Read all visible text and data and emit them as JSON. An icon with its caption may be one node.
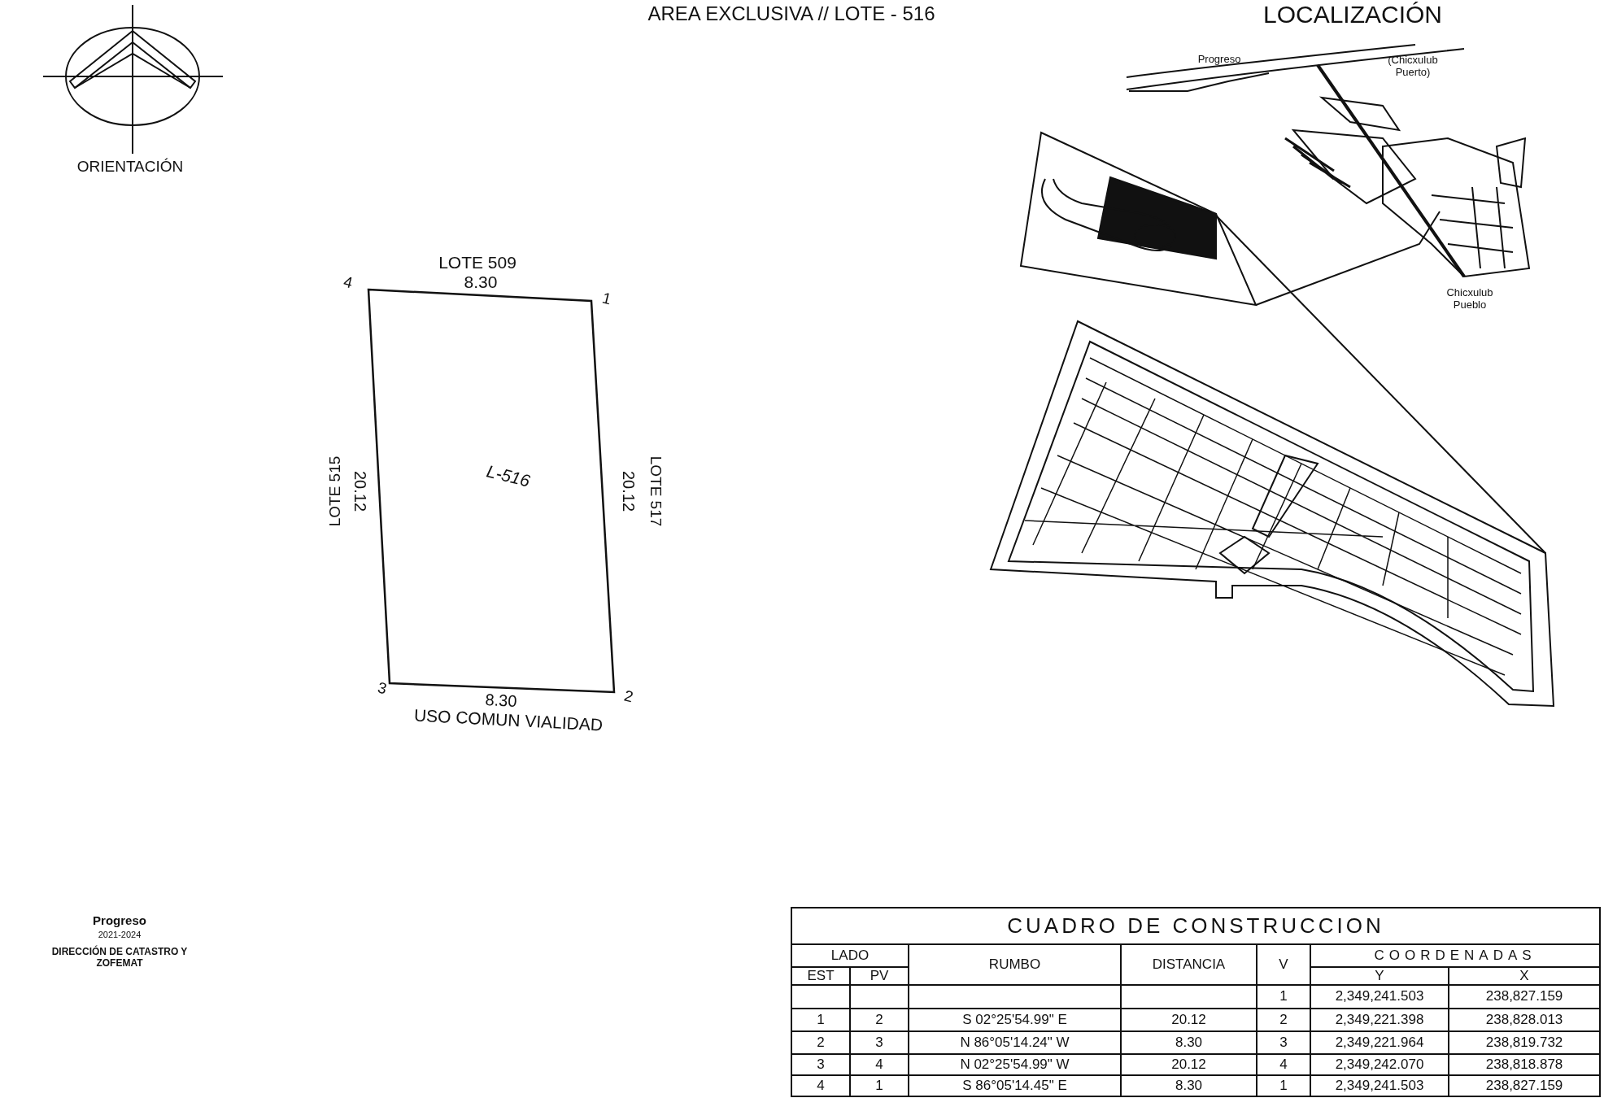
{
  "diagram": {
    "title": "AREA EXCLUSIVA // LOTE - 516",
    "nodes": [
      {
        "text": [
          "L-516"
        ]
      }
    ],
    "labels": [
      "LOCALIZACIÓN",
      "ORIENTACIÓN",
      "Progreso",
      "(Chicxulub Puerto)",
      "LOTE 509",
      "4",
      "8.30",
      "1",
      "Chicxulub Pueblo",
      "LOTE 515",
      "20.12",
      "20.12",
      "LOTE 517",
      "3",
      "8.30",
      "2",
      "USO COMUN VIALIDAD",
      "Progreso",
      "2021-2024",
      "DIRECCIÓN DE CATASTRO Y ZOFEMAT",
      "CUADRO DE CONSTRUCCION",
      "LADO",
      "RUMBO",
      "DISTANCIA",
      "V",
      "COORDENADAS",
      "EST",
      "PV",
      "Y",
      "X",
      "1",
      "2,349,241.503",
      "238,827.159",
      "1",
      "2",
      "S 02°25'54.99\" E",
      "20.12",
      "2",
      "2,349,221.398",
      "238,828.013",
      "2",
      "3",
      "N 86°05'14.24\" W",
      "8.30",
      "3",
      "2,349,221.964",
      "238,819.732",
      "3",
      "4",
      "N 02°25'54.99\" W",
      "20.12",
      "4",
      "2,349,242.070",
      "238,818.878",
      "4",
      "1",
      "S 86°05'14.45\" E",
      "8.30",
      "1",
      "2,349,241.503",
      "238,827.159"
    ]
  }
}
